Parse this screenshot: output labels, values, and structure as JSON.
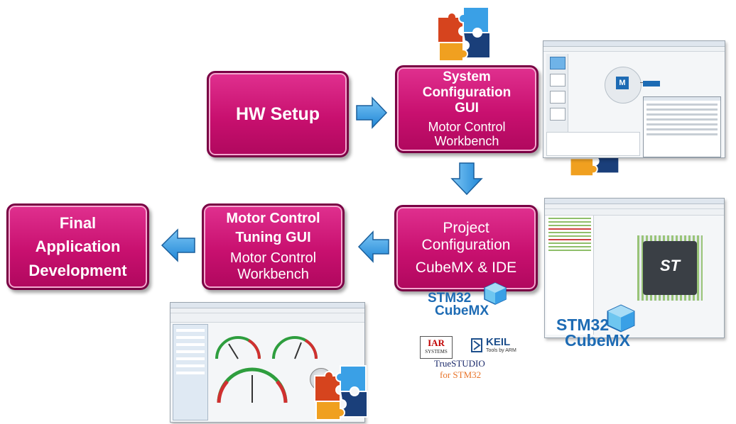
{
  "boxes": {
    "hw_setup": {
      "title": "HW Setup"
    },
    "system_config": {
      "title_line1": "System",
      "title_line2": "Configuration",
      "title_line3": "GUI",
      "sub_line1": "Motor Control",
      "sub_line2": "Workbench"
    },
    "project_config": {
      "title_line1": "Project",
      "title_line2": "Configuration",
      "sub_line1": "CubeMX & IDE"
    },
    "tuning_gui": {
      "title_line1": "Motor Control",
      "title_line2": "Tuning GUI",
      "sub_line1": "Motor Control",
      "sub_line2": "Workbench"
    },
    "final_app": {
      "title_line1": "Final",
      "title_line2": "Application",
      "title_line3": "Development"
    }
  },
  "logos": {
    "stm32_a": {
      "line1": "STM32",
      "line2": "CubeMX"
    },
    "stm32_b": {
      "line1": "STM32",
      "line2": "CubeMX"
    },
    "iar": {
      "line1": "IAR",
      "line2": "SYSTEMS"
    },
    "keil": {
      "line1": "KEIL",
      "line2": "Tools by ARM"
    },
    "truestudio": {
      "line1": "TrueSTUDIO",
      "line2_prefix": "for ",
      "line2_brand": "STM32"
    }
  },
  "colors": {
    "box_fill": "#c8106f",
    "arrow_fill": "#3aa0e6",
    "stm_blue": "#1d6bb4",
    "truestudio_orange": "#e8742a",
    "truestudio_navy": "#1b2a6b"
  },
  "icons": {
    "puzzle": "puzzle-pieces-icon",
    "arrow": "block-arrow-icon",
    "cube": "cube-icon"
  }
}
